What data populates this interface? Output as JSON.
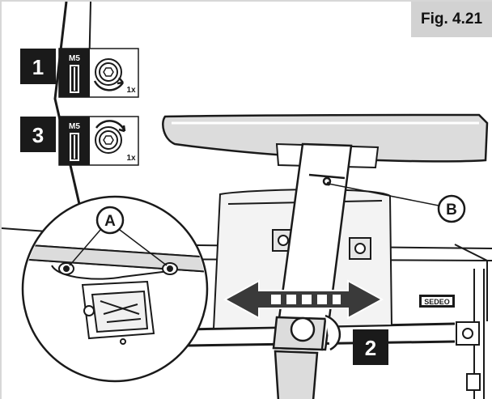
{
  "figure": {
    "label": "Fig. 4.21"
  },
  "steps": [
    {
      "number": "1",
      "bolt": "M5",
      "count": "1x",
      "direction": "counter-clockwise",
      "icon": "loosen-hex-bolt-icon"
    },
    {
      "number": "3",
      "bolt": "M5",
      "count": "1x",
      "direction": "clockwise",
      "icon": "tighten-hex-bolt-icon"
    },
    {
      "number": "2"
    }
  ],
  "callouts": {
    "a": "A",
    "b": "B"
  },
  "brand": {
    "plate": "SEDEO"
  },
  "colors": {
    "step_badge": "#1a1a1a",
    "line_art": "#1a1a1a",
    "shading": "#dcdcdc",
    "label_background": "#d2d2d2"
  }
}
